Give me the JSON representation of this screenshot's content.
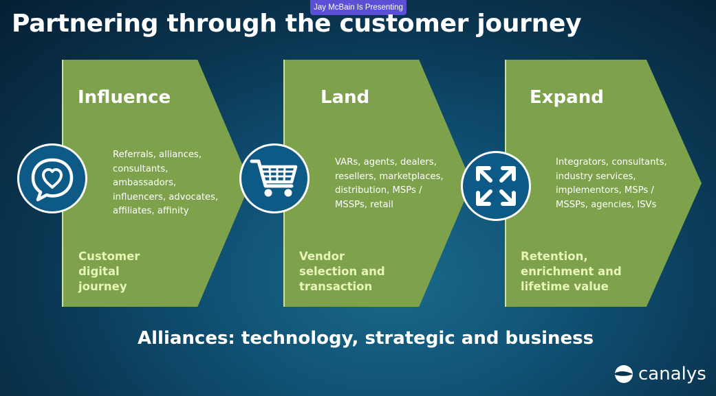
{
  "banner": {
    "presenting": "Jay McBain Is Presenting"
  },
  "slide": {
    "title": "Partnering through the customer journey",
    "stages": [
      {
        "heading": "Influence",
        "icon": "heart-chat-icon",
        "channels": "Referrals, alliances,\nconsultants,\nambassadors,\ninfluencers, advocates,\naffiliates, affinity",
        "outcome": "Customer\ndigital\njourney"
      },
      {
        "heading": "Land",
        "icon": "shopping-cart-icon",
        "channels": "VARs, agents, dealers,\nresellers, marketplaces,\ndistribution, MSPs /\nMSSPs, retail",
        "outcome": "Vendor\nselection and\ntransaction"
      },
      {
        "heading": "Expand",
        "icon": "expand-arrows-icon",
        "channels": "Integrators, consultants,\nindustry services,\nimplementors, MSPs /\nMSSPs, agencies, ISVs",
        "outcome": "Retention,\nenrichment and\nlifetime value"
      }
    ],
    "footer": "Alliances: technology, strategic and business",
    "logo_text": "canalys"
  },
  "colors": {
    "chevron": "#7ea24c",
    "badge": "#0e5a87",
    "outcome_text": "#e8f4b8",
    "banner": "#5b4fd6"
  }
}
